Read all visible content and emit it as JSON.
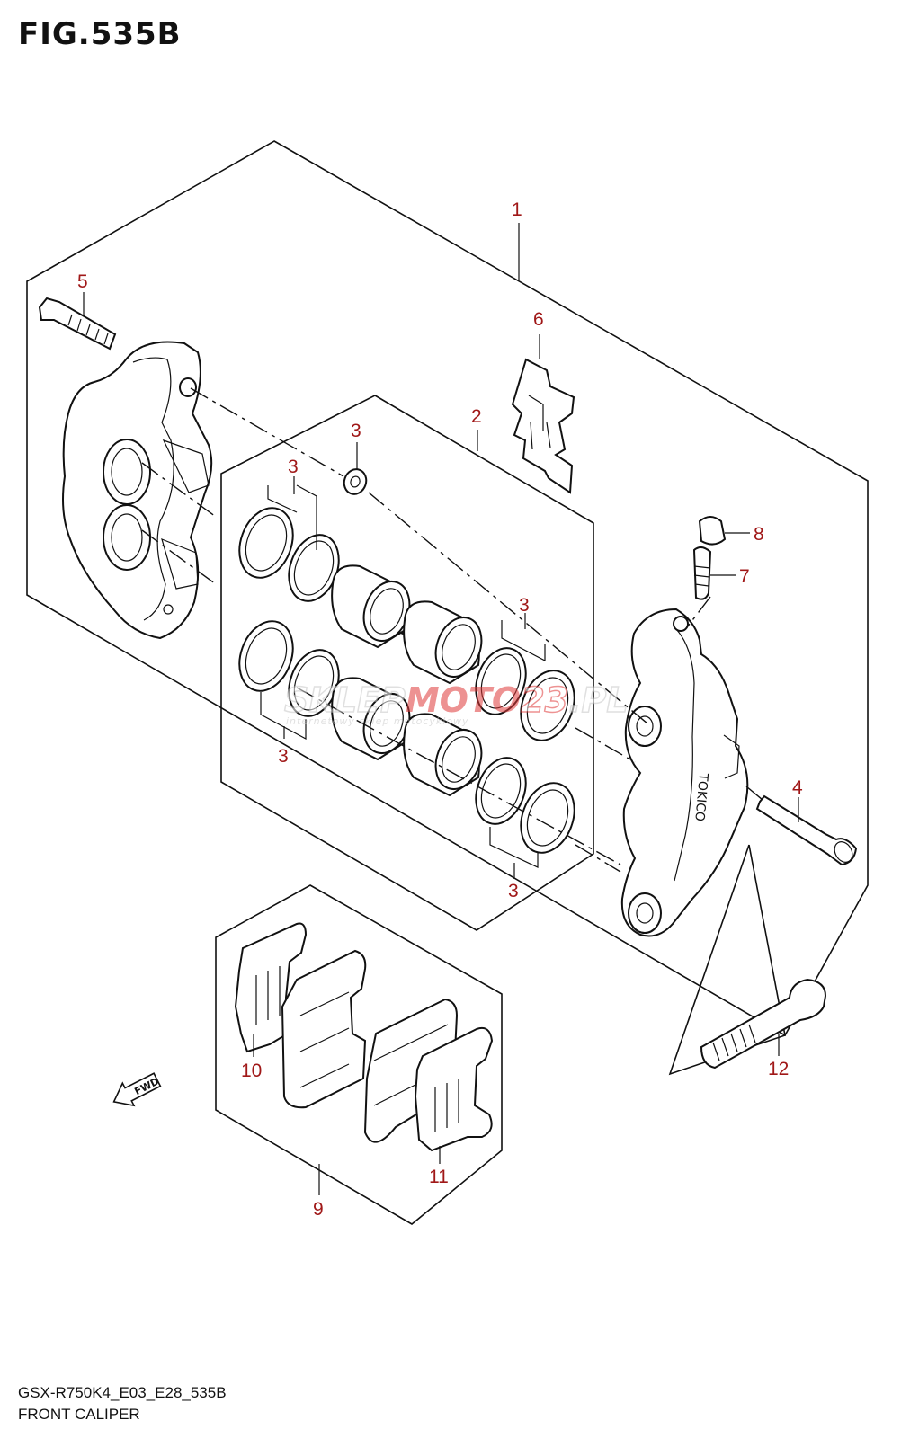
{
  "figure": {
    "title": "FIG.535B",
    "model_code": "GSX-R750K4_E03_E28_535B",
    "name": "FRONT CALIPER"
  },
  "watermark": {
    "brand_part1": "SKLEP",
    "brand_part2": "MOTO",
    "brand_part3": "23",
    "brand_suffix": ".PL",
    "tagline": "internetowy sklep motocyklowy"
  },
  "arrow": {
    "label": "FWD"
  },
  "caliper_marking": "TOKICO",
  "callouts": {
    "c1": "1",
    "c2": "2",
    "c3a": "3",
    "c3b": "3",
    "c3c": "3",
    "c3d": "3",
    "c3e": "3",
    "c4": "4",
    "c5": "5",
    "c6": "6",
    "c7": "7",
    "c8": "8",
    "c9": "9",
    "c10": "10",
    "c11": "11",
    "c12": "12"
  },
  "colors": {
    "callout": "#a01818",
    "watermark_grey": "#c8c8c8",
    "watermark_red": "#e03a3a"
  }
}
